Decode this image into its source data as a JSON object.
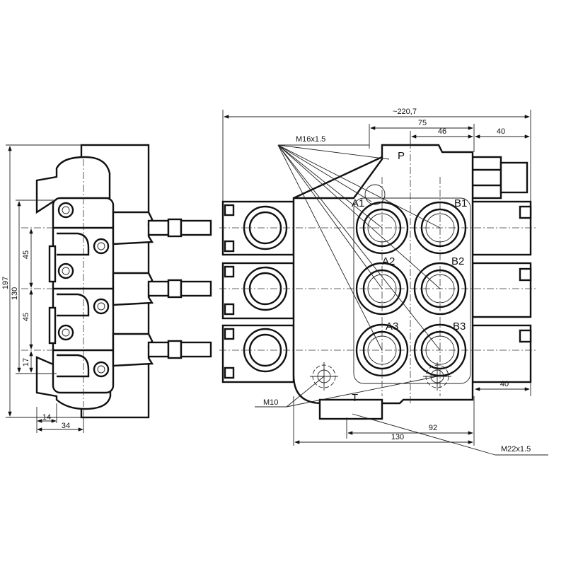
{
  "left_view": {
    "dims": {
      "overall_height": "197",
      "mount_span": "130",
      "pitch_1": "45",
      "pitch_2": "45",
      "offset_bottom": "17",
      "width_14": "14",
      "width_34": "34"
    }
  },
  "right_view": {
    "dims": {
      "overall_width": "~220,7",
      "d75": "75",
      "d46": "46",
      "d40_top": "40",
      "d40_side": "40",
      "d92": "92",
      "d130": "130"
    },
    "threads": {
      "ports": "M16x1.5",
      "mount": "M10",
      "tank": "M22x1.5"
    },
    "ports": {
      "p": "P",
      "t": "T",
      "a1": "A1",
      "b1": "B1",
      "a2": "A2",
      "b2": "B2",
      "a3": "A3",
      "b3": "B3"
    }
  }
}
